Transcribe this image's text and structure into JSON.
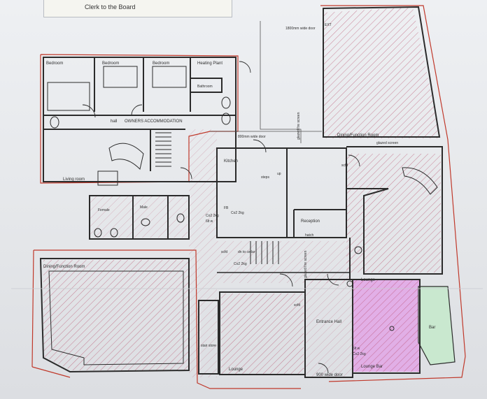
{
  "title_block": {
    "clerk": "Clerk to the Board"
  },
  "rooms": {
    "bedroom_1": "Bedroom",
    "bedroom_2": "Bedroom",
    "bedroom_3": "Bedroom",
    "heating_plant": "Heating Plant",
    "bathroom": "Bathroom",
    "hall": "hall",
    "owners_accommodation": "OWNERS ACCOMMODATION",
    "living_room": "Living room",
    "female": "Female",
    "male": "Male",
    "kitchen": "Kitchen",
    "reception": "Reception",
    "dining_function_room_left": "Dining/Function Room",
    "dining_function_room_right": "Dining/Function Room",
    "lounge_left": "Lounge",
    "lounge_right": "Lounge",
    "entrance_hall": "Entrance Hall",
    "lounge_bar": "Lounge Bar",
    "bar": "Bar"
  },
  "annotations": {
    "wide_door_1800": "1800mm wide door",
    "glazed_fire_screen_vertical": "glazed fire screen",
    "wide_door_800": "800mm wide door",
    "glazed_screen": "glazed screen",
    "steps": "steps",
    "up": "up",
    "hatch": "hatch",
    "glazed_fire_screen_2": "glazed fire screen",
    "wide_door_900": "900 wide door",
    "dn_to_cellar": "dn to cellar",
    "stair_store": "stair store",
    "extinguisher_1": "Co2 2kg",
    "extinguisher_2": "6lt w",
    "extinguisher_3": "Co2 2kg",
    "extinguisher_4": "Co2 2kg",
    "extinguisher_5": "6lt w",
    "extinguisher_6": "Co2 2kg",
    "scfd": "scfd",
    "ext": "EXT",
    "fb": "FB"
  },
  "colors": {
    "boundary": "#c0392b",
    "hatch": "#b23a5a",
    "highlight": "#e2a6e6",
    "bar_fill": "#c9e8cf",
    "wall": "#2b2b2b"
  }
}
